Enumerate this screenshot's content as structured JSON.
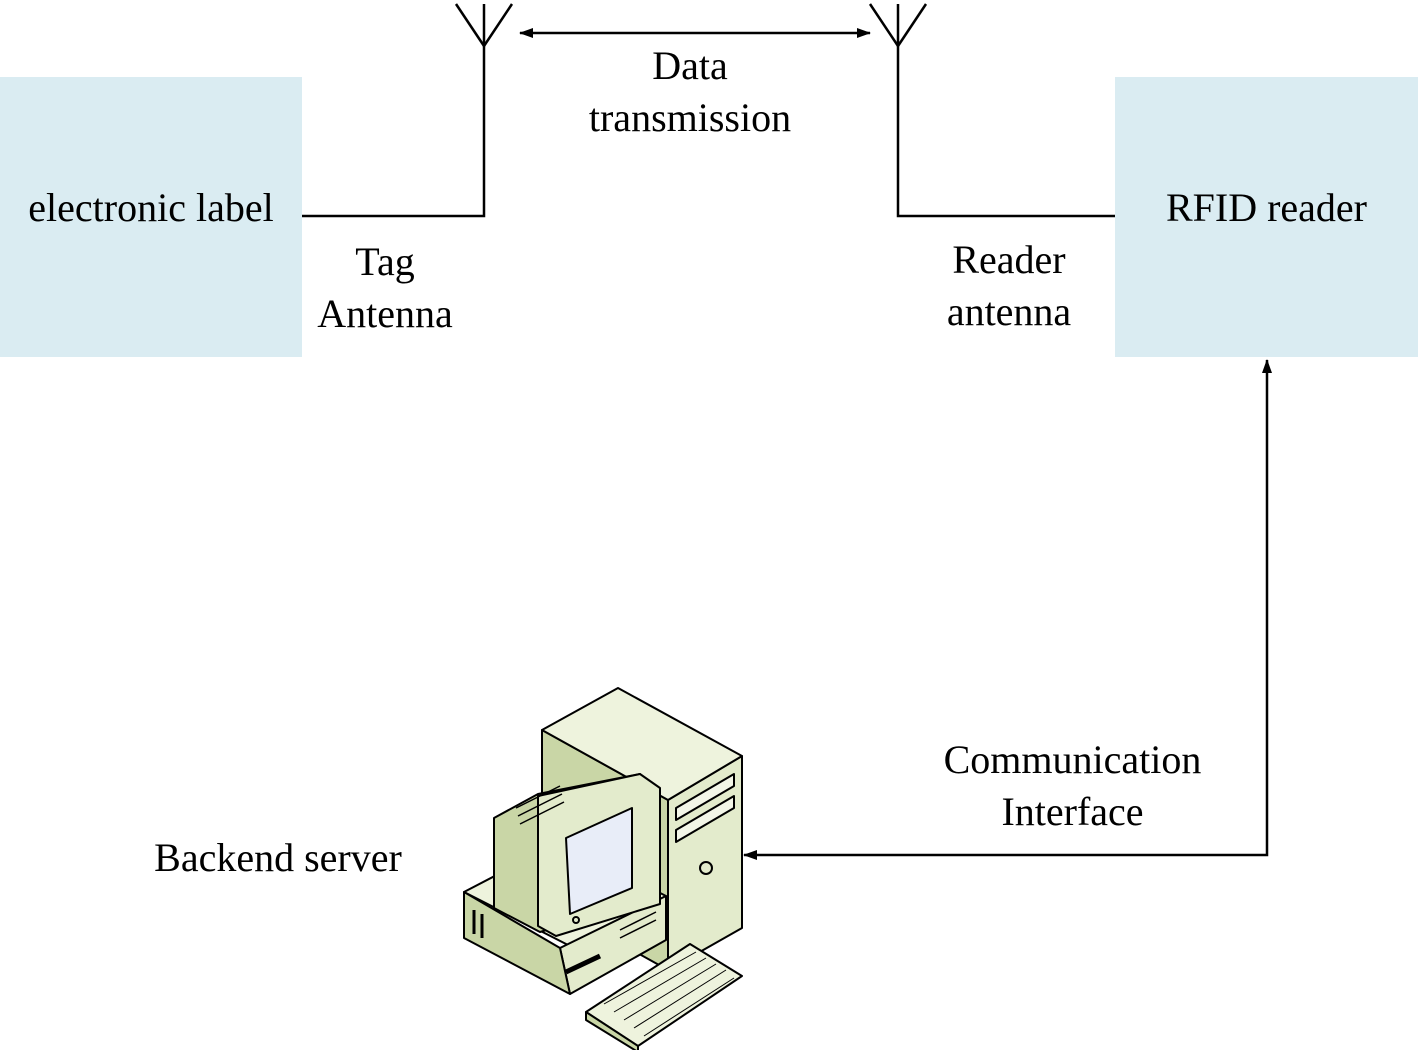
{
  "colors": {
    "box_fill": "#daecf2",
    "line": "#000000",
    "computer_body": "#e3ebcc",
    "computer_shade": "#c9d6a6",
    "screen": "#e8edf8"
  },
  "nodes": {
    "tag": {
      "label": "electronic label"
    },
    "reader": {
      "label": "RFID reader"
    },
    "server": {
      "label": "Backend server",
      "icon": "desktop-computer-icon"
    }
  },
  "labels": {
    "data_transmission": [
      "Data",
      "transmission"
    ],
    "tag_antenna": [
      "Tag",
      "Antenna"
    ],
    "reader_antenna": [
      "Reader",
      "antenna"
    ],
    "communication_interface": [
      "Communication",
      "Interface"
    ]
  }
}
